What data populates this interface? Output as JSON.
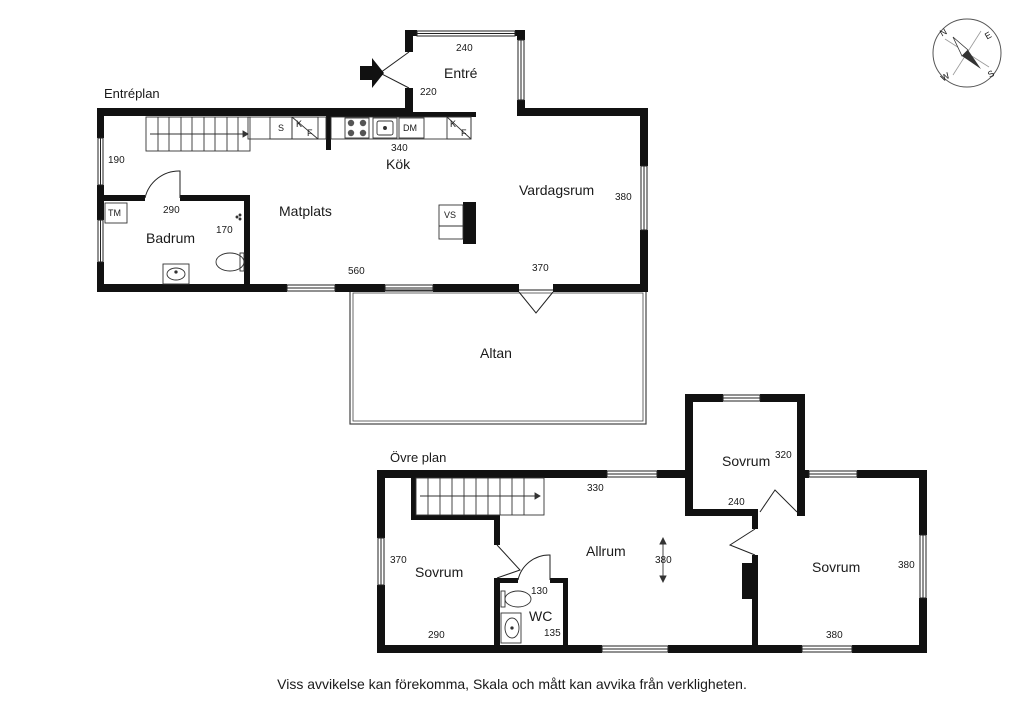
{
  "plans": {
    "ground": {
      "title": "Entréplan",
      "rooms": {
        "entre": "Entré",
        "kok": "Kök",
        "vardagsrum": "Vardagsrum",
        "matplats": "Matplats",
        "badrum": "Badrum",
        "altan": "Altan"
      },
      "dims": {
        "entre_w": "240",
        "entre_h": "220",
        "kok": "340",
        "vardagsrum_h": "380",
        "vardagsrum_w": "370",
        "left_h": "190",
        "badrum_w": "290",
        "badrum_h": "170",
        "matplats_w": "560"
      },
      "fixtures": {
        "s": "S",
        "k": "K",
        "f": "F",
        "dm": "DM",
        "k2": "K",
        "f2": "F",
        "vs": "VS",
        "tm": "TM"
      }
    },
    "upper": {
      "title": "Övre plan",
      "rooms": {
        "sovrum_left": "Sovrum",
        "allrum": "Allrum",
        "sovrum_top": "Sovrum",
        "sovrum_right": "Sovrum",
        "wc": "WC"
      },
      "dims": {
        "allrum_w": "330",
        "allrum_h": "380",
        "sovrum_top_h": "320",
        "sovrum_top_w": "240",
        "left_h": "370",
        "left_w": "290",
        "wc_w": "130",
        "wc_h": "135",
        "right_h": "380",
        "right_w": "380"
      }
    }
  },
  "compass": {
    "n": "N",
    "e": "E",
    "s": "S",
    "w": "W"
  },
  "footer": {
    "disclaimer": "Viss avvikelse kan förekomma, Skala och mått kan avvika från verkligheten."
  }
}
